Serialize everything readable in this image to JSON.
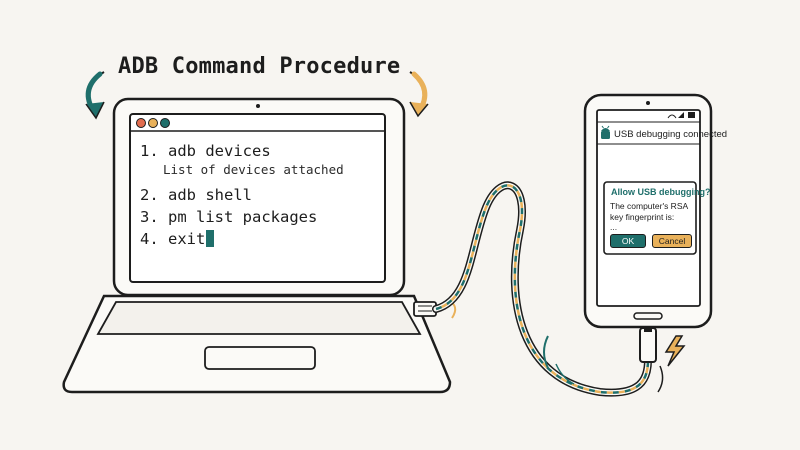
{
  "title": "ADB Command Procedure",
  "terminal": {
    "lines": [
      {
        "num": "1.",
        "cmd": "adb devices",
        "output": "List of devices attached"
      },
      {
        "num": "2.",
        "cmd": "adb shell"
      },
      {
        "num": "3.",
        "cmd": "pm list packages"
      },
      {
        "num": "4.",
        "cmd": "exit"
      }
    ]
  },
  "phone": {
    "notification": "USB debugging connected",
    "dialog": {
      "title": "Allow USB debugging?",
      "body": "The computer's RSA key fingerprint is:",
      "ellipsis": "...",
      "ok_label": "OK",
      "cancel_label": "Cancel"
    }
  },
  "colors": {
    "ink": "#1d1d1d",
    "teal": "#1f6f6b",
    "amber": "#e9b15a",
    "background": "#f7f5f1"
  },
  "icons": {
    "window_controls": [
      "red-dot",
      "amber-dot",
      "teal-dot"
    ],
    "left_arrow": "curved-arrow-down-left",
    "right_arrow": "curved-arrow-down-right",
    "notification_icon": "android-icon",
    "charging_icon": "lightning-bolt-icon"
  }
}
